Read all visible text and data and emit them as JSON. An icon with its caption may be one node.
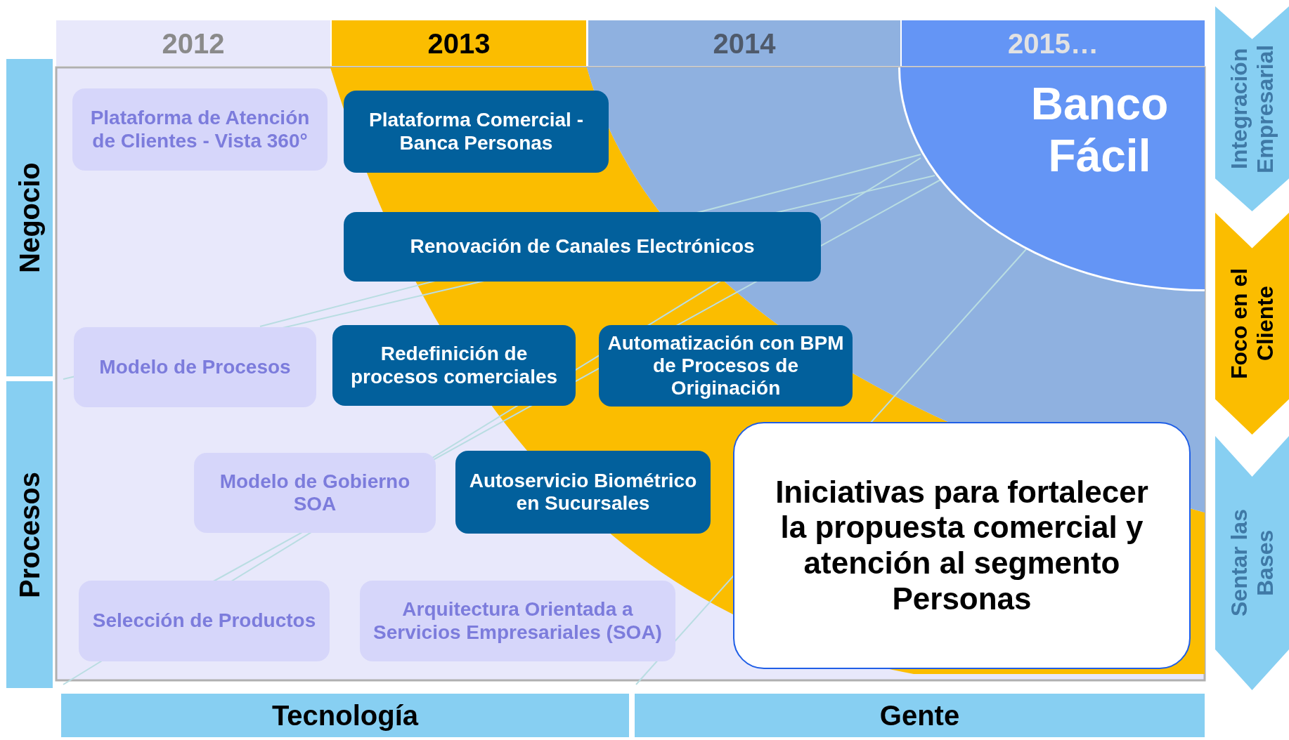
{
  "diagram": {
    "nodes": [
      {
        "text": [
          "2012"
        ]
      },
      {
        "text": [
          "2013"
        ]
      },
      {
        "text": [
          "2014"
        ]
      },
      {
        "text": [
          "2015…"
        ]
      },
      {
        "text": [
          "Negocio"
        ]
      },
      {
        "text": [
          "Procesos"
        ]
      },
      {
        "text": [
          "Integración Empresarial"
        ]
      },
      {
        "text": [
          "Foco en el Cliente"
        ]
      },
      {
        "text": [
          "Sentar las Bases"
        ]
      },
      {
        "text": [
          "Banco Fácil"
        ]
      },
      {
        "text": [
          "Plataforma de Atención de Clientes - Vista 360°"
        ]
      },
      {
        "text": [
          "Plataforma Comercial - Banca Personas"
        ]
      },
      {
        "text": [
          "Renovación de Canales Electrónicos"
        ]
      },
      {
        "text": [
          "Modelo de Procesos"
        ]
      },
      {
        "text": [
          "Redefinición de procesos comerciales"
        ]
      },
      {
        "text": [
          "Automatización con BPM de Procesos de Originación"
        ]
      },
      {
        "text": [
          "Modelo de Gobierno SOA"
        ]
      },
      {
        "text": [
          "Autoservicio Biométrico en Sucursales"
        ]
      },
      {
        "text": [
          "Selección de Productos"
        ]
      },
      {
        "text": [
          "Arquitectura Orientada a Servicios Empresariales (SOA)"
        ]
      },
      {
        "text": [
          "Iniciativas para fortalecer la propuesta comercial y atención al segmento Personas"
        ]
      },
      {
        "text": [
          "Tecnología"
        ]
      },
      {
        "text": [
          "Gente"
        ]
      }
    ]
  }
}
